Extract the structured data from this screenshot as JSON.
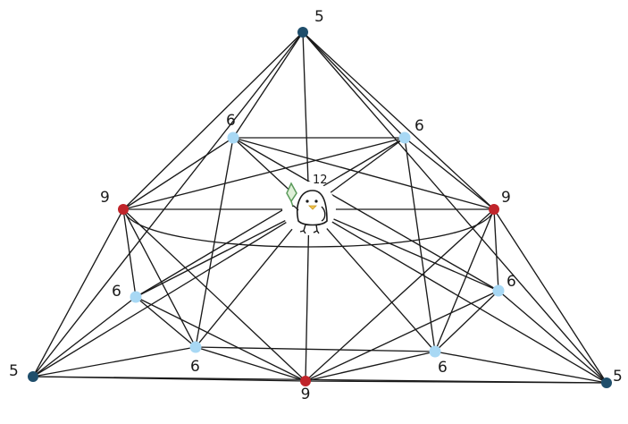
{
  "colors": {
    "outer_node": "#1f4e6b",
    "red_node": "#c0242a",
    "light_node": "#a8d8f4",
    "edge": "#1a1a1a",
    "leaf": "#5a9a5a",
    "beak": "#f2c14e"
  },
  "nodes": [
    {
      "id": "top",
      "label": "5",
      "kind": "outer"
    },
    {
      "id": "bottom-left",
      "label": "5",
      "kind": "outer"
    },
    {
      "id": "bottom-right",
      "label": "5",
      "kind": "outer"
    },
    {
      "id": "left-mid",
      "label": "9",
      "kind": "red"
    },
    {
      "id": "right-mid",
      "label": "9",
      "kind": "red"
    },
    {
      "id": "bottom-mid",
      "label": "9",
      "kind": "red"
    },
    {
      "id": "upper-left",
      "label": "6",
      "kind": "light"
    },
    {
      "id": "upper-right",
      "label": "6",
      "kind": "light"
    },
    {
      "id": "left-lower",
      "label": "6",
      "kind": "light"
    },
    {
      "id": "lower-left",
      "label": "6",
      "kind": "light"
    },
    {
      "id": "right-lower",
      "label": "6",
      "kind": "light"
    },
    {
      "id": "lower-right",
      "label": "6",
      "kind": "light"
    },
    {
      "id": "center",
      "label": "12",
      "kind": "bird",
      "icon": "bird-icon"
    }
  ]
}
